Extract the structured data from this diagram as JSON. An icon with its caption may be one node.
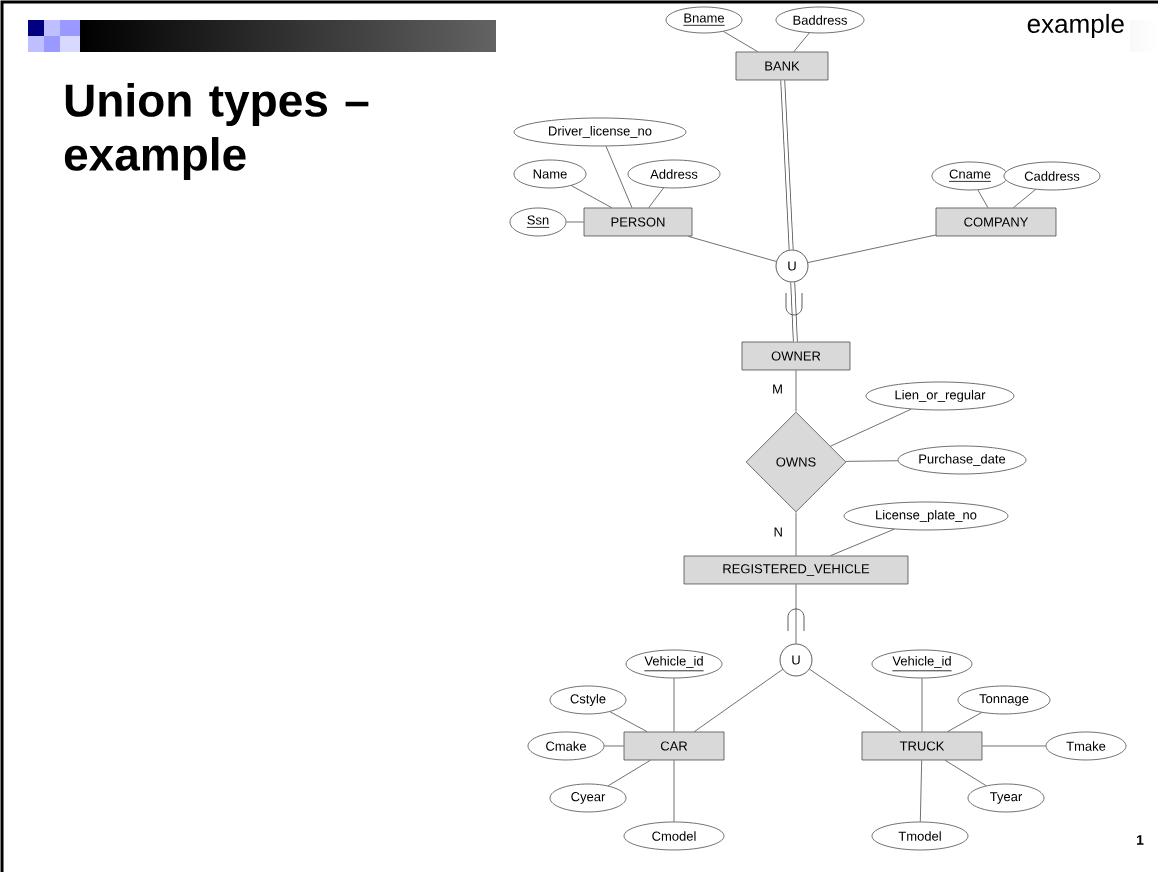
{
  "diagram": {
    "title": "Union types – example",
    "nodes": [
      {
        "text": [
          "Bname"
        ]
      },
      {
        "text": [
          "Baddress"
        ]
      },
      {
        "text": [
          "BANK"
        ]
      },
      {
        "text": [
          "Driver_license_no"
        ]
      },
      {
        "text": [
          "Name"
        ]
      },
      {
        "text": [
          "Address"
        ]
      },
      {
        "text": [
          "Ssn"
        ]
      },
      {
        "text": [
          "PERSON"
        ]
      },
      {
        "text": [
          "Cname"
        ]
      },
      {
        "text": [
          "Caddress"
        ]
      },
      {
        "text": [
          "COMPANY"
        ]
      },
      {
        "text": [
          "U"
        ]
      },
      {
        "text": [
          "OWNER"
        ]
      },
      {
        "text": [
          "Lien_or_regular"
        ]
      },
      {
        "text": [
          "OWNS"
        ]
      },
      {
        "text": [
          "Purchase_date"
        ]
      },
      {
        "text": [
          "License_plate_no"
        ]
      },
      {
        "text": [
          "REGISTERED_VEHICLE"
        ]
      },
      {
        "text": [
          "U"
        ]
      },
      {
        "text": [
          "Vehicle_id"
        ]
      },
      {
        "text": [
          "Cstyle"
        ]
      },
      {
        "text": [
          "Cmake"
        ]
      },
      {
        "text": [
          "CAR"
        ]
      },
      {
        "text": [
          "Cyear"
        ]
      },
      {
        "text": [
          "Cmodel"
        ]
      },
      {
        "text": [
          "Vehicle_id"
        ]
      },
      {
        "text": [
          "Tonnage"
        ]
      },
      {
        "text": [
          "TRUCK"
        ]
      },
      {
        "text": [
          "Tmake"
        ]
      },
      {
        "text": [
          "Tyear"
        ]
      },
      {
        "text": [
          "Tmodel"
        ]
      }
    ],
    "edges": [
      {
        "from": 0,
        "to": 2,
        "arrow": "none"
      },
      {
        "from": 1,
        "to": 2,
        "arrow": "none"
      },
      {
        "from": 2,
        "to": 11,
        "arrow": "none",
        "style": "thick"
      },
      {
        "from": 3,
        "to": 7,
        "arrow": "none"
      },
      {
        "from": 4,
        "to": 7,
        "arrow": "none"
      },
      {
        "from": 5,
        "to": 7,
        "arrow": "none"
      },
      {
        "from": 6,
        "to": 7,
        "arrow": "none"
      },
      {
        "from": 8,
        "to": 10,
        "arrow": "none"
      },
      {
        "from": 9,
        "to": 10,
        "arrow": "none"
      },
      {
        "from": 7,
        "to": 11,
        "arrow": "none"
      },
      {
        "from": 10,
        "to": 11,
        "arrow": "none"
      },
      {
        "from": 11,
        "to": 12,
        "arrow": "none",
        "style": "thick"
      },
      {
        "from": 12,
        "to": 14,
        "arrow": "none",
        "label": "M"
      },
      {
        "from": 13,
        "to": 14,
        "arrow": "none"
      },
      {
        "from": 15,
        "to": 14,
        "arrow": "none"
      },
      {
        "from": 14,
        "to": 17,
        "arrow": "none",
        "label": "N"
      },
      {
        "from": 16,
        "to": 17,
        "arrow": "none"
      },
      {
        "from": 17,
        "to": 18,
        "arrow": "none"
      },
      {
        "from": 18,
        "to": 22,
        "arrow": "none"
      },
      {
        "from": 18,
        "to": 27,
        "arrow": "none"
      },
      {
        "from": 19,
        "to": 22,
        "arrow": "none"
      },
      {
        "from": 20,
        "to": 22,
        "arrow": "none"
      },
      {
        "from": 21,
        "to": 22,
        "arrow": "none"
      },
      {
        "from": 23,
        "to": 22,
        "arrow": "none"
      },
      {
        "from": 24,
        "to": 22,
        "arrow": "none"
      },
      {
        "from": 25,
        "to": 27,
        "arrow": "none"
      },
      {
        "from": 26,
        "to": 27,
        "arrow": "none"
      },
      {
        "from": 28,
        "to": 27,
        "arrow": "none"
      },
      {
        "from": 29,
        "to": 27,
        "arrow": "none"
      },
      {
        "from": 30,
        "to": 27,
        "arrow": "none"
      }
    ],
    "labels": [
      "example",
      "1"
    ]
  }
}
